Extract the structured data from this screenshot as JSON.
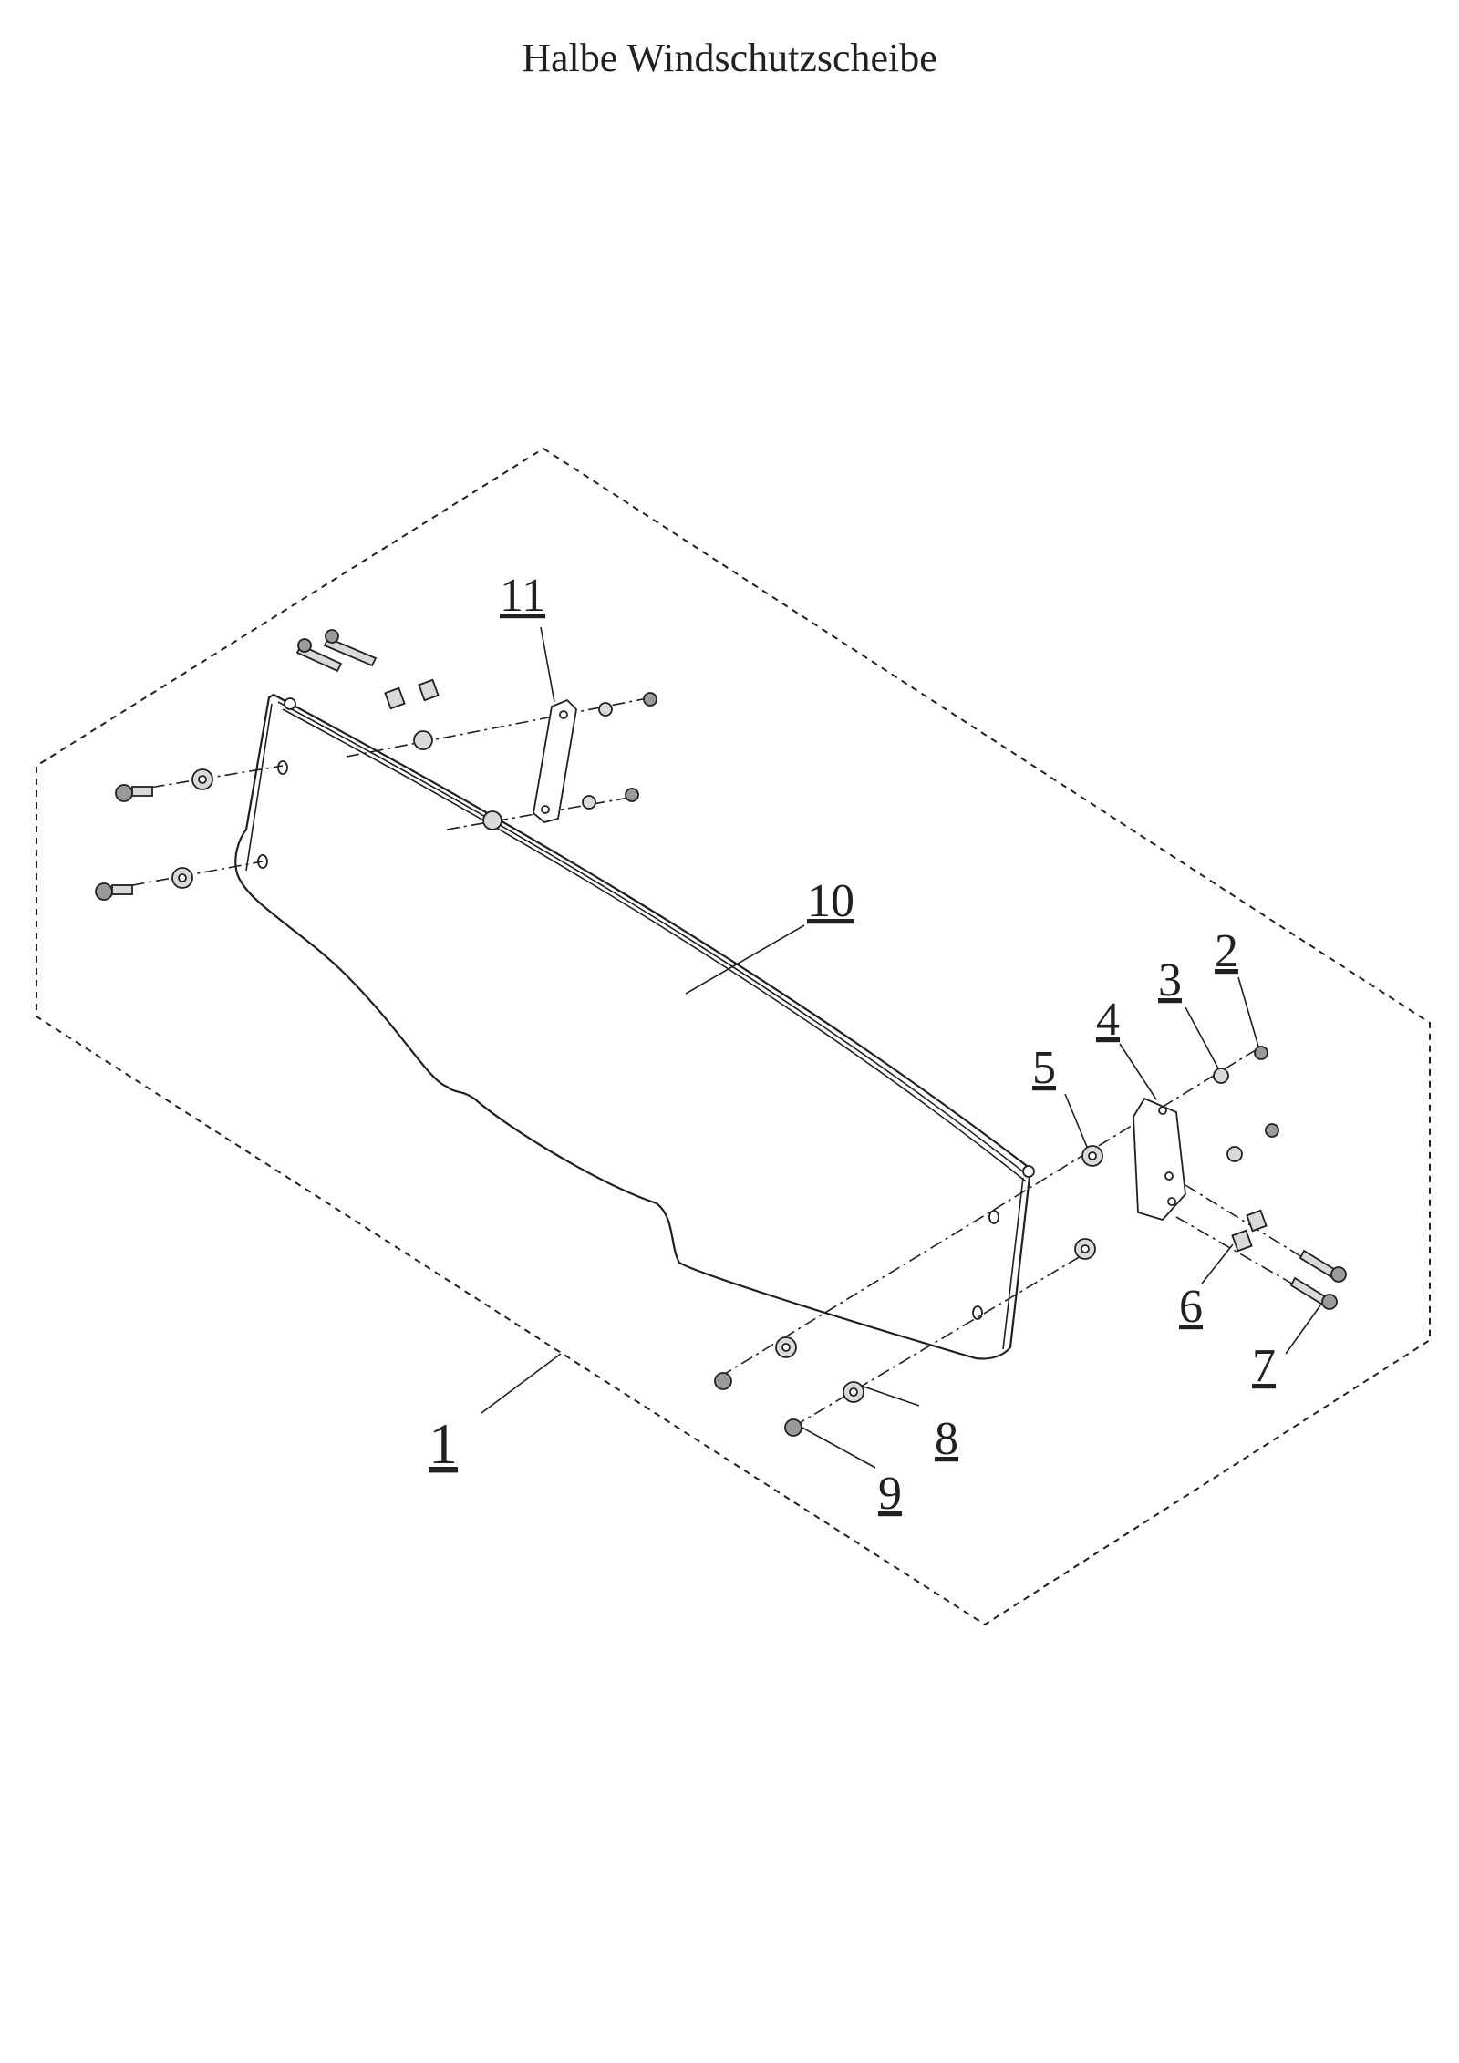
{
  "title": "Halbe Windschutzscheibe",
  "callouts": [
    "1",
    "2",
    "3",
    "4",
    "5",
    "6",
    "7",
    "8",
    "9",
    "10",
    "11"
  ],
  "colors": {
    "ink": "#231f20",
    "background": "#ffffff",
    "part_fill": "#d9d9d9"
  }
}
